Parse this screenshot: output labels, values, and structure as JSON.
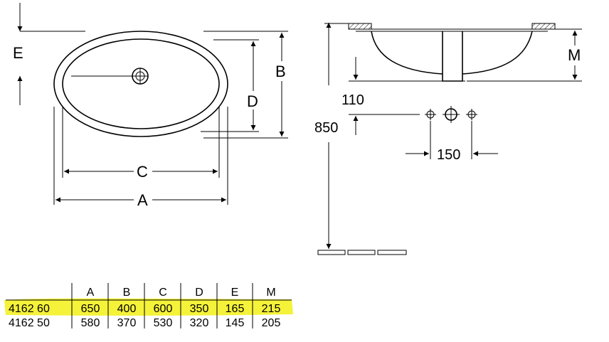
{
  "labels": {
    "E": "E",
    "B": "B",
    "D": "D",
    "C": "C",
    "A": "A",
    "M": "M",
    "dim_110": "110",
    "dim_850": "850",
    "dim_150": "150"
  },
  "table": {
    "headers": [
      "",
      "A",
      "B",
      "C",
      "D",
      "E",
      "M"
    ],
    "rows": [
      {
        "model": "4162 60",
        "A": "650",
        "B": "400",
        "C": "600",
        "D": "350",
        "E": "165",
        "M": "215",
        "highlight": true
      },
      {
        "model": "4162 50",
        "A": "580",
        "B": "370",
        "C": "530",
        "D": "320",
        "E": "145",
        "M": "205",
        "highlight": false
      }
    ]
  },
  "colors": {
    "highlight": "#f5f23a",
    "line": "#000000",
    "hatch": "#000000"
  }
}
